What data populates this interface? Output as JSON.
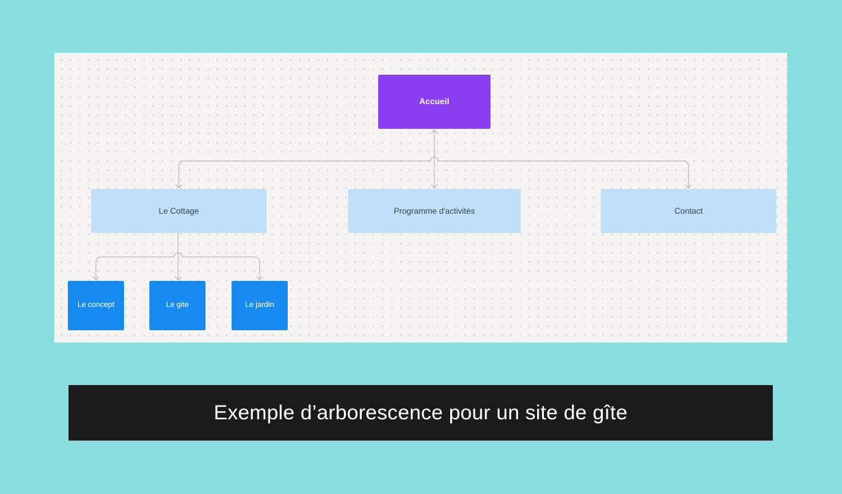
{
  "colors": {
    "page_bg": "#89dedf",
    "canvas_bg": "#f5f4f2",
    "canvas_dot": "#d6d4d1",
    "connector": "#b1afac",
    "caption_bg": "#1b1b1b",
    "caption_text": "#ffffff",
    "root_node": "#8b3ef0",
    "level2_node": "#bfe0f8",
    "level3_node": "#178af2"
  },
  "diagram": {
    "nodes": {
      "accueil": {
        "label": "Accueil",
        "color": "#8b3ef0",
        "text_color": "#ffffff"
      },
      "cottage": {
        "label": "Le Cottage",
        "color": "#bfe0f8",
        "text_color": "#33404e"
      },
      "programme": {
        "label": "Programme d'activités",
        "color": "#bfe0f8",
        "text_color": "#33404e"
      },
      "contact": {
        "label": "Contact",
        "color": "#bfe0f8",
        "text_color": "#33404e"
      },
      "concept": {
        "label": "Le concept",
        "color": "#178af2",
        "text_color": "#ffffff"
      },
      "gite": {
        "label": "Le gite",
        "color": "#178af2",
        "text_color": "#ffffff"
      },
      "jardin": {
        "label": "Le jardin",
        "color": "#178af2",
        "text_color": "#ffffff"
      }
    }
  },
  "caption": {
    "text": "Exemple d’arborescence pour un site de gîte"
  }
}
